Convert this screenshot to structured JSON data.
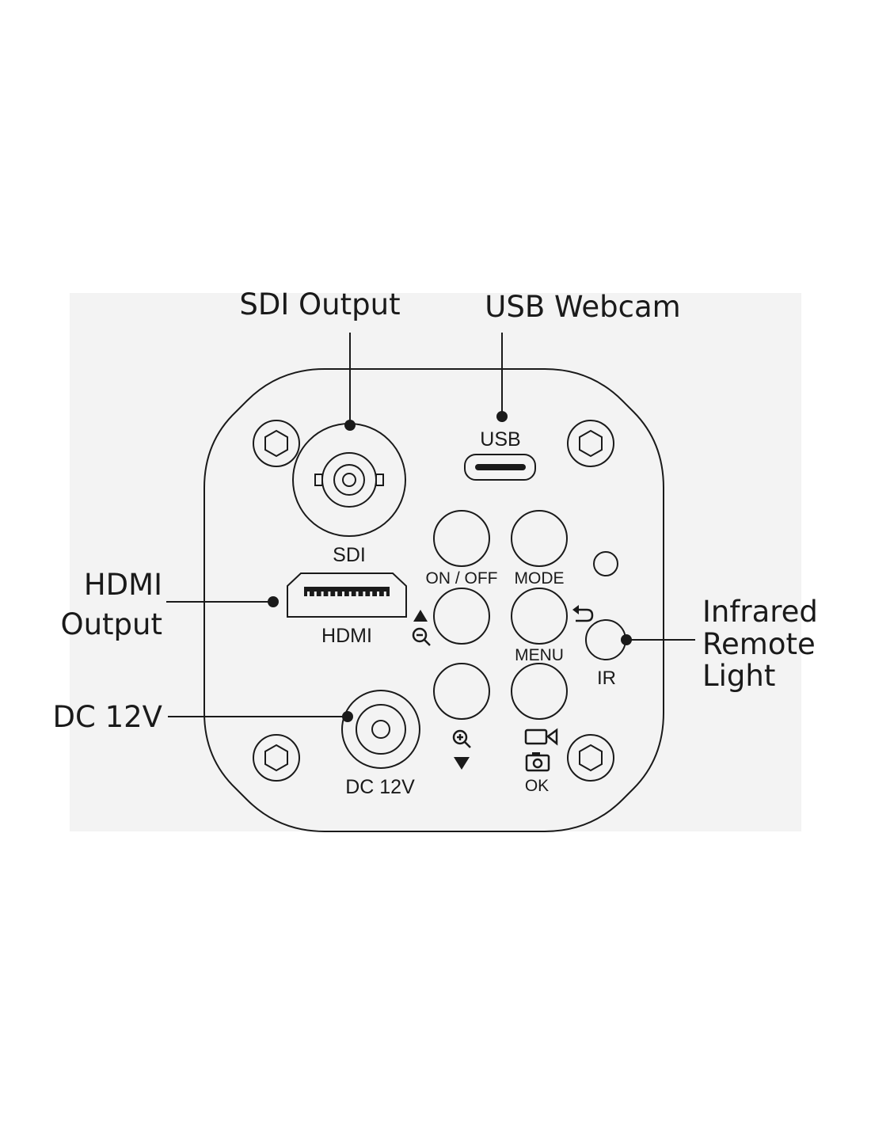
{
  "colors": {
    "background": "#ffffff",
    "panel_fill": "#f3f3f3",
    "line": "#1a1a1a"
  },
  "callouts": {
    "sdi_output": "SDI Output",
    "usb_webcam": "USB Webcam",
    "hdmi_output_line1": "HDMI",
    "hdmi_output_line2": "Output",
    "dc_12v": "DC 12V",
    "infrared_line1": "Infrared",
    "infrared_line2": "Remote",
    "infrared_line3": "Light"
  },
  "panel": {
    "usb": "USB",
    "sdi": "SDI",
    "hdmi": "HDMI",
    "dc": "DC 12V",
    "on_off": "ON / OFF",
    "mode": "MODE",
    "menu": "MENU",
    "ir": "IR",
    "ok": "OK"
  },
  "icons": [
    "hex-screw-icon",
    "bnc-connector-icon",
    "usb-c-port-icon",
    "hdmi-port-icon",
    "dc-jack-icon",
    "triangle-up-icon",
    "zoom-out-icon",
    "zoom-in-icon",
    "triangle-down-icon",
    "return-arrow-icon",
    "video-camera-icon",
    "photo-camera-icon",
    "ir-sensor-icon",
    "led-indicator-icon"
  ]
}
